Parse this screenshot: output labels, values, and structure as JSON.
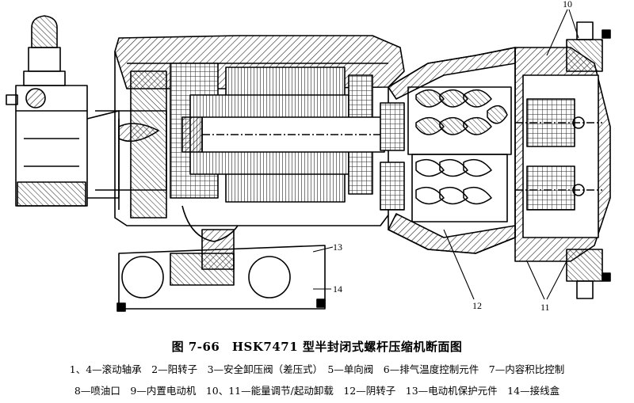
{
  "figure": {
    "caption": "图 7-66　HSK7471 型半封闭式螺杆压缩机断面图",
    "legend_lines": [
      "1、4—滚动轴承　2—阳转子　3—安全卸压阀（差压式）　5—单向阀　6—排气温度控制元件　7—内容积比控制",
      "8—喷油口　9—内置电动机　10、11—能量调节/起动卸载　12—阴转子　13—电动机保护元件　14—接线盒"
    ]
  },
  "callouts": {
    "label_10": "10",
    "label_11": "11",
    "label_12": "12",
    "label_13": "13",
    "label_14": "14"
  },
  "colors": {
    "ink": "#000000",
    "paper": "#ffffff",
    "hatch": "#222222"
  }
}
